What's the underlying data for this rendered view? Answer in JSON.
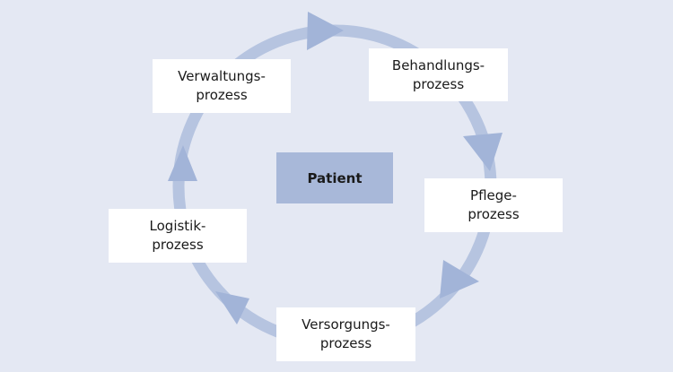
{
  "diagram": {
    "center": {
      "label": "Patient"
    },
    "processes": [
      {
        "line1": "Verwaltungs-",
        "line2": "prozess"
      },
      {
        "line1": "Behandlungs-",
        "line2": "prozess"
      },
      {
        "line1": "Pflege-",
        "line2": "prozess"
      },
      {
        "line1": "Versorgungs-",
        "line2": "prozess"
      },
      {
        "line1": "Logistik-",
        "line2": "prozess"
      }
    ],
    "colors": {
      "background": "#e4e8f3",
      "cycle_ring": "#b6c4e0",
      "arrowhead": "#a2b4d8",
      "center_box": "#a8b8d9",
      "process_box": "#ffffff"
    }
  }
}
